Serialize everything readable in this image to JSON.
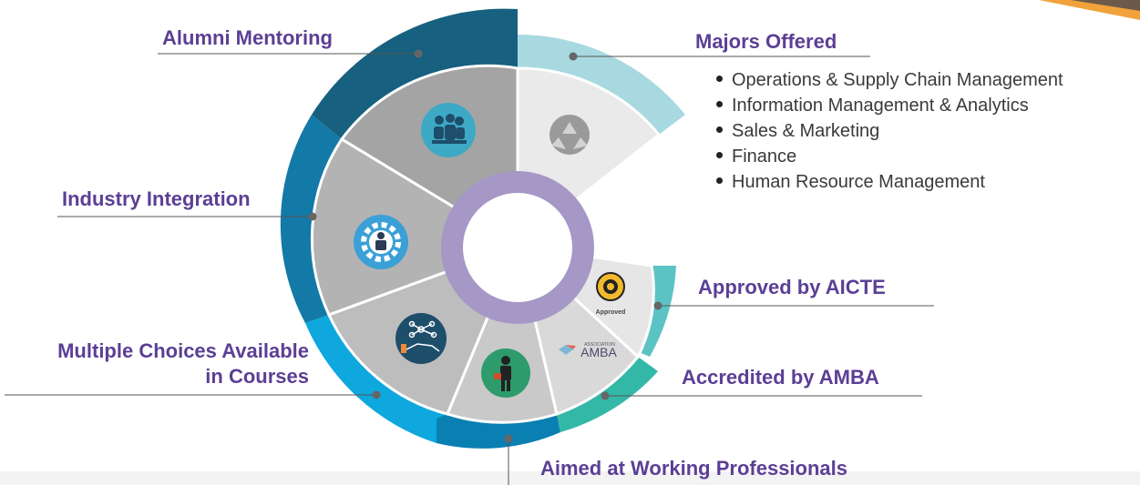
{
  "labels": {
    "alumni": "Alumni Mentoring",
    "majors": "Majors Offered",
    "industry": "Industry Integration",
    "choices_line1": "Multiple Choices Available",
    "choices_line2": "in Courses",
    "aicte": "Approved by AICTE",
    "amba": "Accredited by AMBA",
    "working": "Aimed at Working Professionals"
  },
  "majors": {
    "items": [
      "Operations & Supply Chain Management",
      "Information Management & Analytics",
      "Sales & Marketing",
      "Finance",
      "Human Resource Management"
    ]
  },
  "badges": {
    "aicte_text": "Approved",
    "amba_top": "ASSOCIATION",
    "amba_main": "AMBA"
  },
  "icons": {
    "alumni": "people-group-icon",
    "majors": "recycle-icon",
    "industry": "gear-person-icon",
    "choices": "network-hand-icon",
    "working": "businessman-icon"
  },
  "colors": {
    "label": "#5b3f95",
    "ring_alumni": "#17607f",
    "ring_industry": "#1379a6",
    "ring_choices": "#0ea7de",
    "ring_working": "#0a7fb2",
    "ring_amba": "#33b8a8",
    "ring_aicte": "#5cc3c4",
    "ring_majors": "#a8d9e1",
    "center_ring": "#a597c6"
  }
}
